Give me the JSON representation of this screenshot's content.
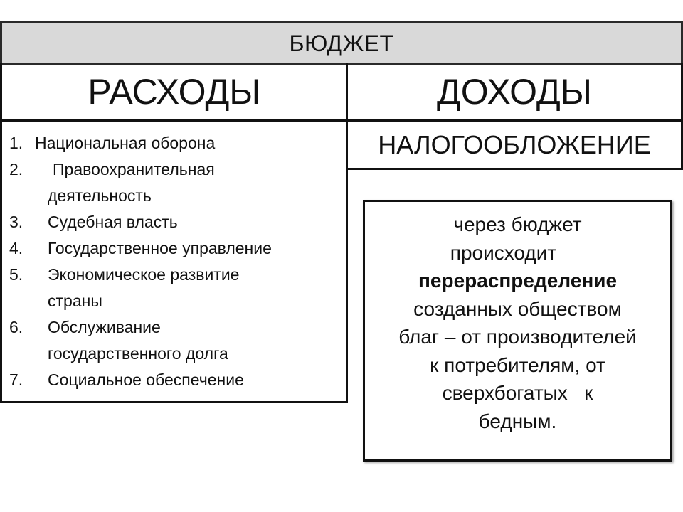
{
  "budget_title": "БЮДЖЕТ",
  "expenses": {
    "title": "РАСХОДЫ",
    "items": [
      {
        "num": "1.",
        "lines": [
          "Национальная оборона"
        ]
      },
      {
        "num": "2.",
        "lines": [
          "Правоохранительная",
          "деятельность"
        ]
      },
      {
        "num": "3.",
        "lines": [
          "Судебная власть"
        ]
      },
      {
        "num": "4.",
        "lines": [
          "Государственное управление"
        ]
      },
      {
        "num": "5.",
        "lines": [
          "Экономическое развитие",
          "страны"
        ]
      },
      {
        "num": "6.",
        "lines": [
          "Обслуживание",
          "государственного долга"
        ]
      },
      {
        "num": "7.",
        "lines": [
          "Социальное обеспечение"
        ]
      }
    ]
  },
  "income": {
    "title": "ДОХОДЫ",
    "taxation": "НАЛОГООБЛОЖЕНИЕ"
  },
  "note": {
    "line1": "через бюджет",
    "line2": "происходит",
    "line3": "перераспределение",
    "line4": "созданных обществом",
    "line5": "благ – от производителей",
    "line6": "к потребителям, от",
    "line7": "сверхбогатых   к",
    "line8": "бедным."
  }
}
